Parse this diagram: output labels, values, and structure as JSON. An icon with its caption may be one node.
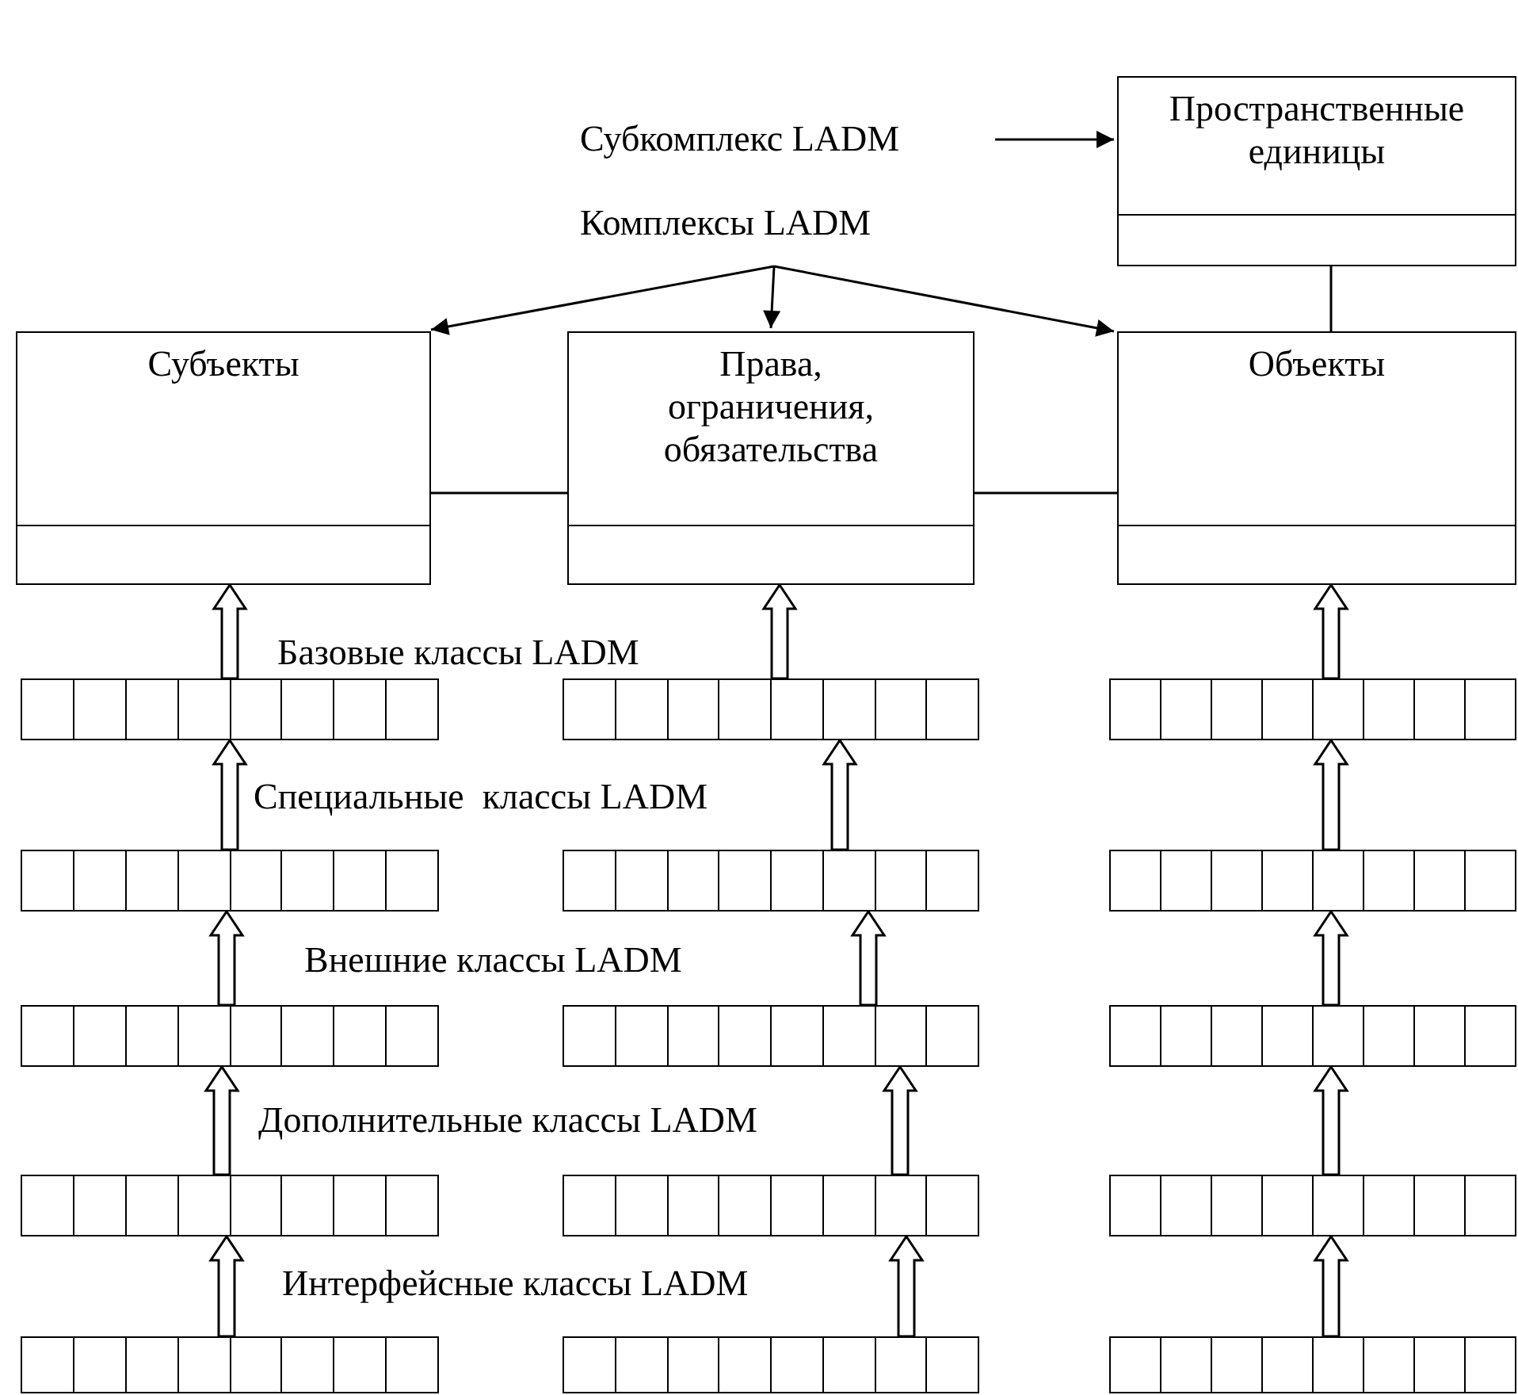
{
  "diagram": {
    "nodes": [
      {
        "text": [
          "Пространственные единицы"
        ]
      },
      {
        "text": [
          "Субкомплекс LADM"
        ]
      },
      {
        "text": [
          "Комплексы  LADM"
        ]
      },
      {
        "text": [
          "Субъекты"
        ]
      },
      {
        "text": [
          "Права, ограничения, обязательства"
        ]
      },
      {
        "text": [
          "Объекты"
        ]
      },
      {
        "text": [],
        "shape": "bar"
      },
      {
        "text": [],
        "shape": "bar"
      },
      {
        "text": [],
        "shape": "bar"
      },
      {
        "text": [],
        "shape": "bar"
      },
      {
        "text": [],
        "shape": "bar"
      },
      {
        "text": [],
        "shape": "bar"
      },
      {
        "text": [],
        "shape": "bar"
      },
      {
        "text": [],
        "shape": "bar"
      },
      {
        "text": [],
        "shape": "bar"
      },
      {
        "text": [],
        "shape": "bar"
      },
      {
        "text": [],
        "shape": "bar"
      },
      {
        "text": [],
        "shape": "bar"
      },
      {
        "text": [],
        "shape": "bar"
      },
      {
        "text": [],
        "shape": "bar"
      },
      {
        "text": [],
        "shape": "bar"
      }
    ],
    "edges": [
      {
        "from": 1,
        "to": 0,
        "arrow": "to"
      },
      {
        "from": 2,
        "to": 3,
        "arrow": "to"
      },
      {
        "from": 2,
        "to": 4,
        "arrow": "to"
      },
      {
        "from": 2,
        "to": 5,
        "arrow": "to"
      },
      {
        "from": 3,
        "to": 4,
        "arrow": "none"
      },
      {
        "from": 4,
        "to": 5,
        "arrow": "none"
      },
      {
        "from": 0,
        "to": 5,
        "arrow": "none"
      },
      {
        "from": 6,
        "to": 3,
        "arrow": "to"
      },
      {
        "from": 7,
        "to": 4,
        "arrow": "to"
      },
      {
        "from": 8,
        "to": 5,
        "arrow": "to"
      },
      {
        "from": 9,
        "to": 6,
        "arrow": "to"
      },
      {
        "from": 10,
        "to": 7,
        "arrow": "to"
      },
      {
        "from": 11,
        "to": 8,
        "arrow": "to"
      },
      {
        "from": 12,
        "to": 9,
        "arrow": "to"
      },
      {
        "from": 13,
        "to": 10,
        "arrow": "to"
      },
      {
        "from": 14,
        "to": 11,
        "arrow": "to"
      },
      {
        "from": 15,
        "to": 12,
        "arrow": "to"
      },
      {
        "from": 16,
        "to": 13,
        "arrow": "to"
      },
      {
        "from": 17,
        "to": 14,
        "arrow": "to"
      },
      {
        "from": 18,
        "to": 15,
        "arrow": "to"
      },
      {
        "from": 19,
        "to": 16,
        "arrow": "to"
      },
      {
        "from": 20,
        "to": 17,
        "arrow": "to"
      }
    ],
    "labels": [
      "Базовые классы LADM",
      "Специальные  классы LADM",
      "Внешние классы LADM",
      "Дополнительные классы LADM",
      "Интерфейсные классы LADM"
    ]
  }
}
